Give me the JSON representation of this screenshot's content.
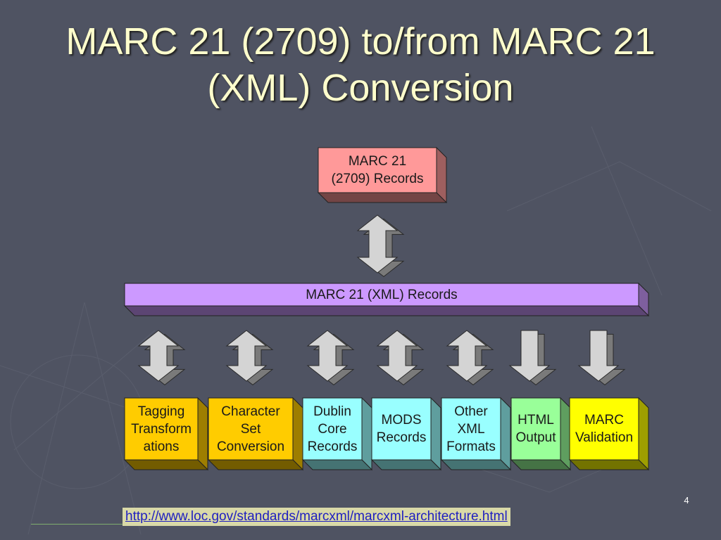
{
  "slide": {
    "title_lines": [
      "MARC 21 (2709) to/from MARC 21",
      "(XML) Conversion"
    ],
    "page_number": "4",
    "link": "http://www.loc.gov/standards/marcxml/marcxml-architecture.html"
  },
  "diagram": {
    "top_box": {
      "label": "MARC 21\n(2709) Records",
      "color": "#ff9999"
    },
    "xml_bar": {
      "label": "MARC 21 (XML) Records",
      "color": "#cc99ff"
    },
    "outputs": [
      {
        "label": "Tagging\nTransform\nations",
        "color": "#ffcc00",
        "arrow": "both"
      },
      {
        "label": "Character\nSet\nConversion",
        "color": "#ffcc00",
        "arrow": "both"
      },
      {
        "label": "Dublin\nCore\nRecords",
        "color": "#99ffff",
        "arrow": "both"
      },
      {
        "label": "MODS\nRecords",
        "color": "#99ffff",
        "arrow": "both"
      },
      {
        "label": "Other\nXML\nFormats",
        "color": "#99ffff",
        "arrow": "both"
      },
      {
        "label": "HTML\nOutput",
        "color": "#99ff99",
        "arrow": "down"
      },
      {
        "label": "MARC\nValidation",
        "color": "#ffff00",
        "arrow": "down"
      }
    ]
  }
}
